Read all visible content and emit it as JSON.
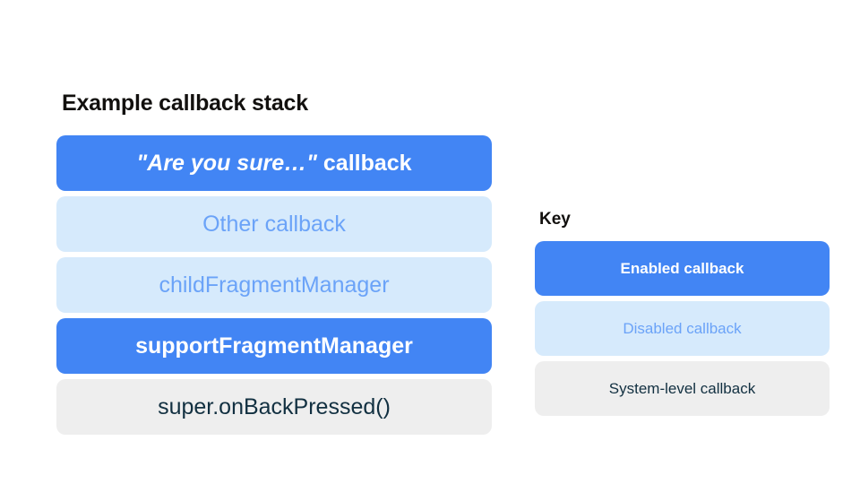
{
  "diagram": {
    "background_color": "#ffffff",
    "stack": {
      "title": "Example callback stack",
      "items": [
        {
          "label": "\"Are you sure…\" callback",
          "quoted_part": "\"Are you sure…\"",
          "plain_part": "callback",
          "state": "enabled"
        },
        {
          "label": "Other callback",
          "state": "disabled"
        },
        {
          "label": "childFragmentManager",
          "state": "disabled"
        },
        {
          "label": "supportFragmentManager",
          "state": "enabled"
        },
        {
          "label": "super.onBackPressed()",
          "state": "system"
        }
      ]
    },
    "key": {
      "title": "Key",
      "items": [
        {
          "label": "Enabled callback",
          "state": "enabled"
        },
        {
          "label": "Disabled callback",
          "state": "disabled"
        },
        {
          "label": "System-level callback",
          "state": "system"
        }
      ]
    },
    "colors": {
      "enabled_fill": "#4285f4",
      "enabled_text": "#ffffff",
      "disabled_fill": "#d6eafc",
      "disabled_text": "#6ba3f8",
      "system_fill": "#eeeeee",
      "system_text": "#123041",
      "title_text": "#12100e"
    }
  }
}
